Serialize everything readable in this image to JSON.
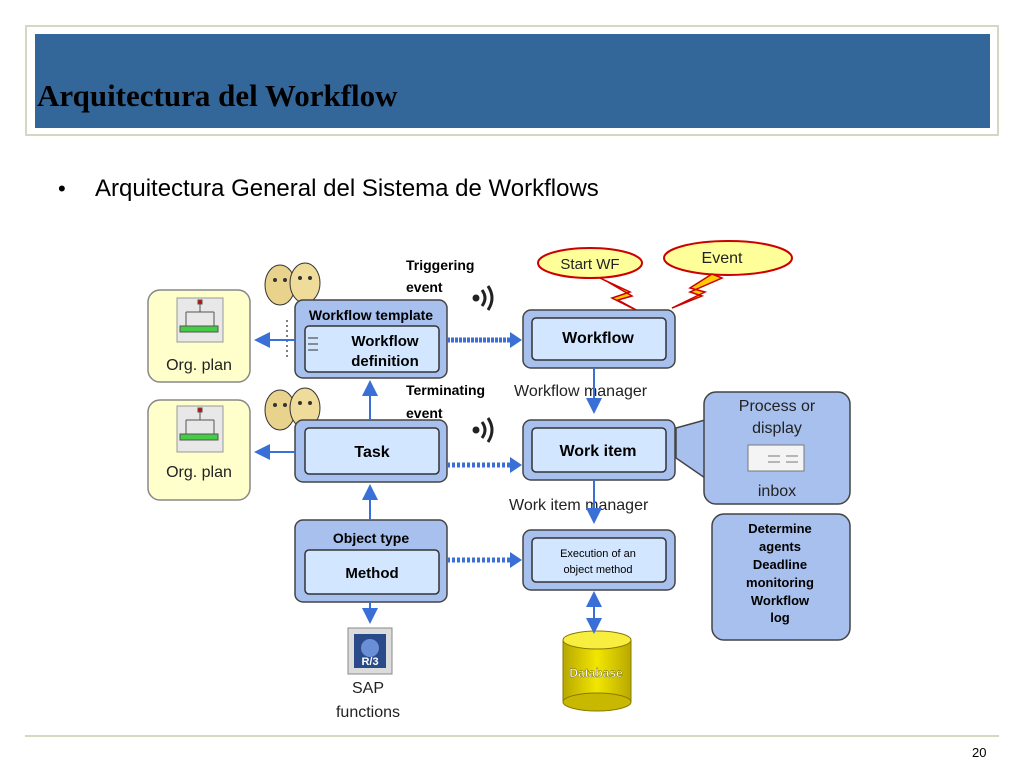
{
  "slide": {
    "title": "Arquitectura del Workflow",
    "bullet": "Arquitectura General del Sistema de Workflows",
    "page_number": "20"
  },
  "diagram": {
    "org_plan_top": "Org. plan",
    "org_plan_bottom": "Org. plan",
    "workflow_template": "Workflow template",
    "workflow_definition_1": "Workflow",
    "workflow_definition_2": "definition",
    "task": "Task",
    "object_type": "Object type",
    "method": "Method",
    "sap_1": "SAP",
    "sap_2": "functions",
    "triggering_1": "Triggering",
    "triggering_2": "event",
    "terminating_1": "Terminating",
    "terminating_2": "event",
    "start_wf": "Start WF",
    "event": "Event",
    "workflow": "Workflow",
    "workflow_manager": "Workflow manager",
    "work_item": "Work item",
    "work_item_manager": "Work item manager",
    "execution_1": "Execution of an",
    "execution_2": "object method",
    "database": "Database",
    "process_1": "Process or",
    "process_2": "display",
    "inbox": "inbox",
    "determine_1": "Determine",
    "determine_2": "agents",
    "determine_3": "Deadline",
    "determine_4": "monitoring",
    "determine_5": "Workflow",
    "determine_6": "log",
    "r3_logo": "R/3"
  }
}
